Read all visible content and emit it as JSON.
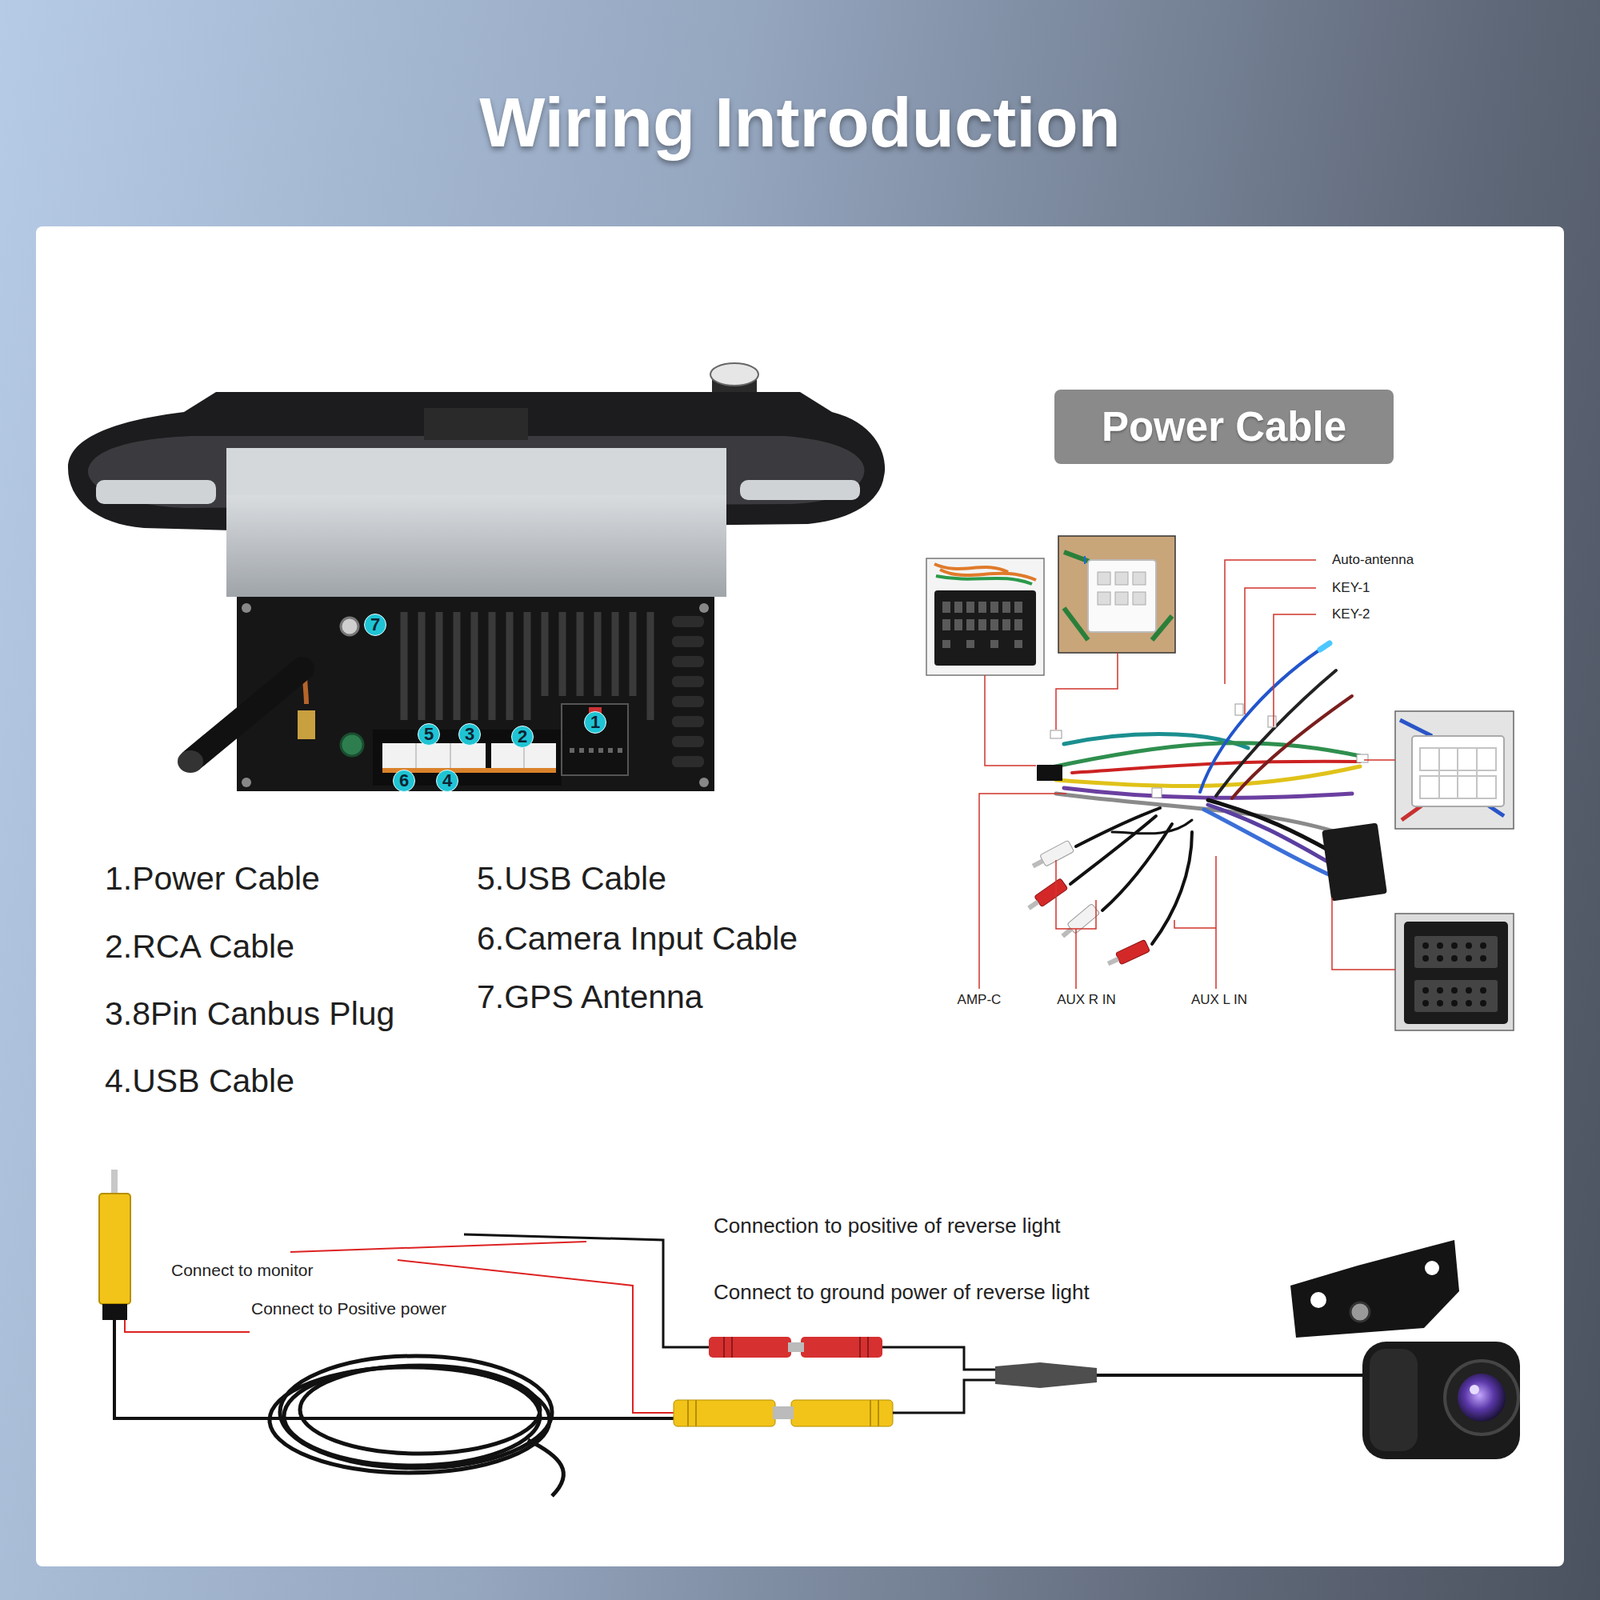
{
  "diagram": {
    "title": "Wiring Introduction",
    "nodes": [
      {
        "text": [
          "Power Cable"
        ]
      },
      {
        "text": [
          "7"
        ]
      },
      {
        "text": [
          "1"
        ]
      },
      {
        "text": [
          "5"
        ]
      },
      {
        "text": [
          "3"
        ]
      },
      {
        "text": [
          "2"
        ]
      },
      {
        "text": [
          "6"
        ]
      },
      {
        "text": [
          "4"
        ]
      }
    ],
    "labels": [
      "1.Power Cable",
      "2.RCA Cable",
      "3.8Pin Canbus Plug",
      "4.USB Cable",
      "5.USB Cable",
      "6.Camera Input Cable",
      "7.GPS Antenna",
      "Auto-antenna",
      "KEY-1",
      "KEY-2",
      "AMP-C",
      "AUX R IN",
      "AUX L IN",
      "Connect to monitor",
      "Connect to Positive power",
      "Connection to positive of reverse light",
      "Connect to ground power of reverse light"
    ]
  }
}
